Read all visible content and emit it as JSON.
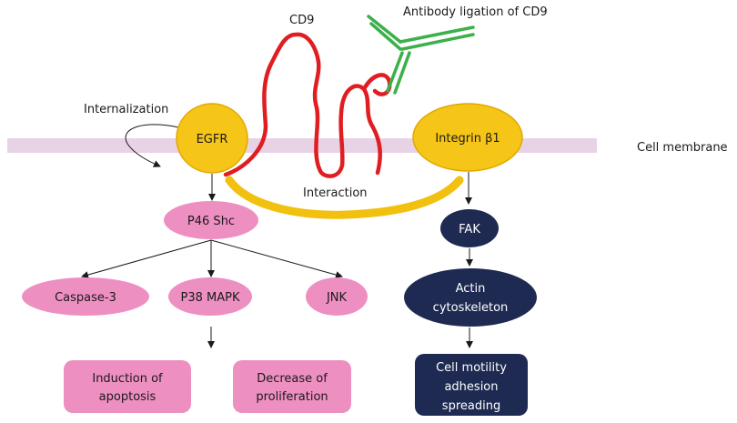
{
  "labels": {
    "cd9": "CD9",
    "antibody": "Antibody ligation of CD9",
    "internalization": "Internalization",
    "cell_membrane": "Cell membrane",
    "interaction": "Interaction"
  },
  "nodes": {
    "egfr": "EGFR",
    "integrin": "Integrin β1",
    "p46shc": "P46 Shc",
    "caspase3": "Caspase-3",
    "p38mapk": "P38 MAPK",
    "jnk": "JNK",
    "fak": "FAK",
    "actin_line1": "Actin",
    "actin_line2": "cytoskeleton"
  },
  "outcomes": {
    "apoptosis_line1": "Induction of",
    "apoptosis_line2": "apoptosis",
    "proliferation_line1": "Decrease of",
    "proliferation_line2": "proliferation",
    "motility_line1": "Cell motility",
    "motility_line2": "adhesion",
    "motility_line3": "spreading"
  },
  "colors": {
    "membrane": "#e8d3e6",
    "receptor_fill": "#f5c518",
    "receptor_stroke": "#e2a800",
    "pink_node": "#ee8fc2",
    "navy_node": "#1e2a52",
    "cd9_strand": "#e01e22",
    "antibody": "#3cb04a",
    "interaction_arc": "#f2c00e"
  }
}
